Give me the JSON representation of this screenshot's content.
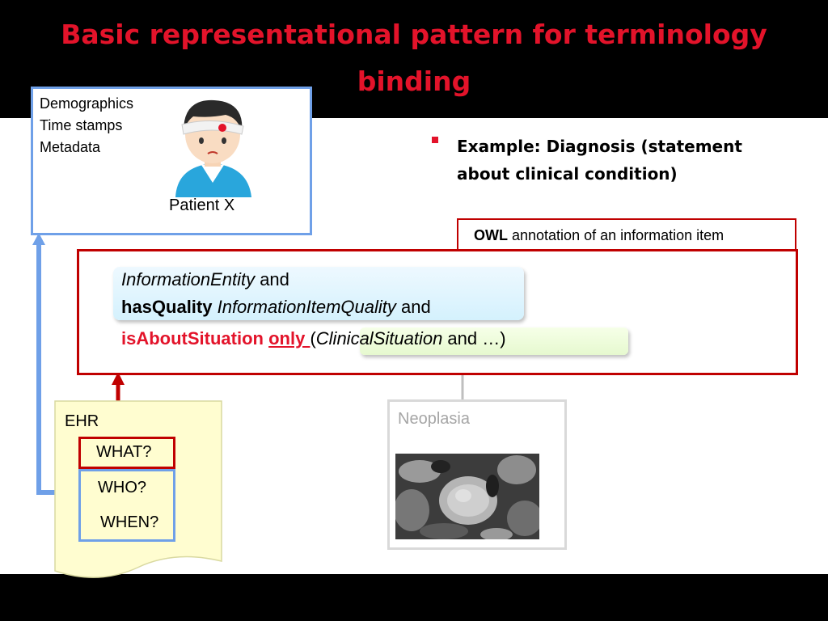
{
  "title": "Basic representational pattern for terminology binding",
  "patient": {
    "lines": [
      "Demographics",
      "Time stamps",
      "Metadata"
    ],
    "name": "Patient X"
  },
  "bullet": "Example: Diagnosis (statement about clinical condition)",
  "owl_annotation": {
    "bold": "OWL",
    "rest": " annotation of an information item"
  },
  "expression": {
    "line1_italic": "InformationEntity",
    "line1_rest": " and",
    "line2_bold": "hasQuality",
    "line2_italic": " InformationItemQuality",
    "line2_rest": " and",
    "line3_bold": "isAboutSituation",
    "line3_only": "only ",
    "line3_paren_open": "(",
    "line3_italic": "ClinicalSituation",
    "line3_rest": " and …)"
  },
  "ehr": {
    "label": "EHR",
    "what": "WHAT?",
    "who": "WHO?",
    "when": "WHEN?"
  },
  "neoplasia": {
    "label": "Neoplasia"
  },
  "colors": {
    "title_red": "#e3132a",
    "box_red": "#c00000",
    "box_blue": "#6fa0e8",
    "ehr_yellow": "#fffdd0"
  }
}
